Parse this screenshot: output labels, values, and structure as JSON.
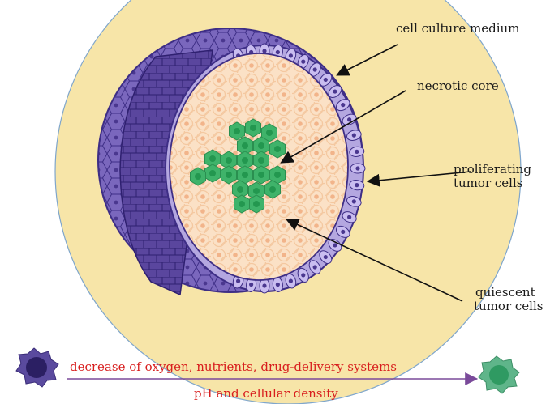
{
  "labels": {
    "medium": "cell culture medium",
    "necrotic": "necrotic core",
    "proliferating_1": "proliferating",
    "proliferating_2": "tumor cells",
    "quiescent_1": "quiescent",
    "quiescent_2": "tumor cells"
  },
  "gradient": {
    "line1": "decrease of  oxygen, nutrients,  drug-delivery systems",
    "line2": "pH and  cellular density"
  },
  "colors": {
    "medium": "#f7e5a8",
    "proliferating": "#a79bd6",
    "proliferating_dark": "#6a56ad",
    "quiescent": "#f8d9b8",
    "necrotic": "#3fb36a",
    "arrow_text": "#d81e1e",
    "gradient_arrow": "#7a4a9a"
  }
}
